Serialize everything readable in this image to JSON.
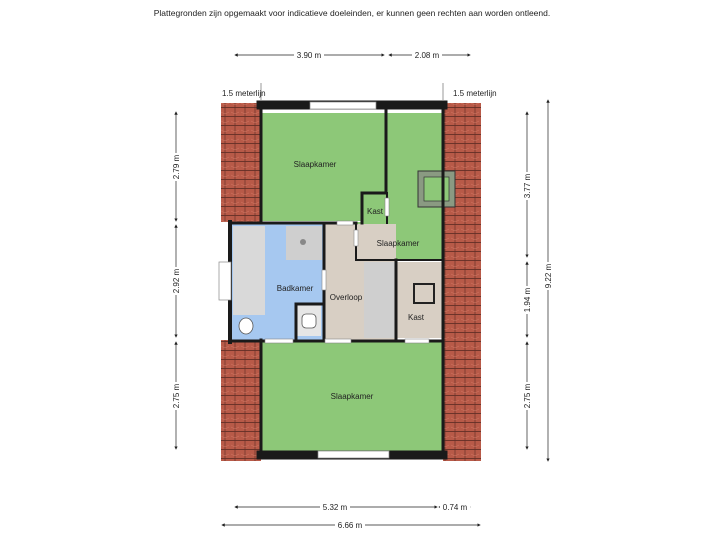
{
  "header": {
    "disclaimer": "Plattegronden zijn opgemaakt voor indicatieve doeleinden, er kunnen geen rechten aan worden ontleend."
  },
  "labels": {
    "meterlijn_left": "1.5 meterlijn",
    "meterlijn_right": "1.5 meterlijn"
  },
  "rooms": {
    "slaapkamer_top_left": "Slaapkamer",
    "kast_small": "Kast",
    "slaapkamer_right": "Slaapkamer",
    "badkamer": "Badkamer",
    "overloop": "Overloop",
    "kast_right": "Kast",
    "slaapkamer_bottom": "Slaapkamer"
  },
  "dimensions": {
    "top_left_width": "3.90 m",
    "top_right_width": "2.08 m",
    "left_top": "2.79 m",
    "left_middle": "2.92 m",
    "left_bottom": "2.75 m",
    "right_top": "3.77 m",
    "right_middle": "1.94 m",
    "right_bottom": "2.75 m",
    "right_total": "9.22 m",
    "bottom_inner": "5.32 m",
    "bottom_right": "0.74 m",
    "bottom_total": "6.66 m"
  },
  "colors": {
    "room_green": "#8dc878",
    "bathroom_blue": "#a6c8f0",
    "landing_beige": "#d8cfc4",
    "roof_tiles": "#b85a48",
    "wall": "#1a1a1a"
  }
}
